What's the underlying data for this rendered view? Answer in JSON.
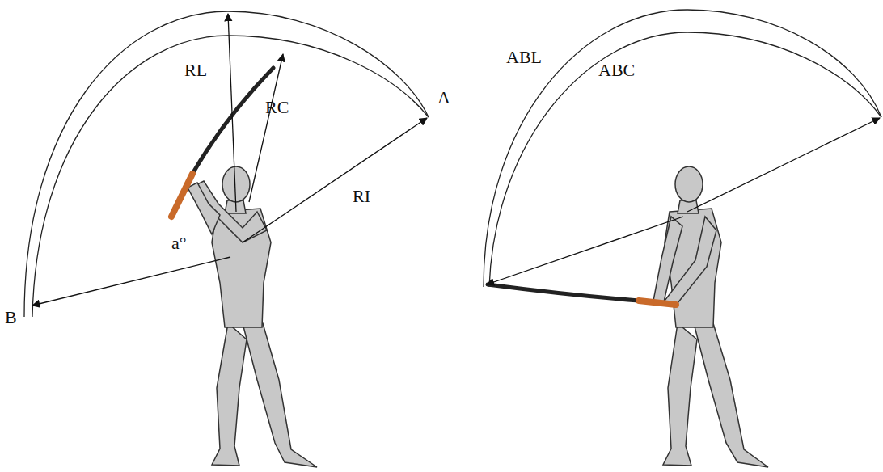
{
  "diagram": {
    "labels": [
      "RL",
      "RC",
      "A",
      "RI",
      "a°",
      "B",
      "ABL",
      "ABC"
    ]
  }
}
